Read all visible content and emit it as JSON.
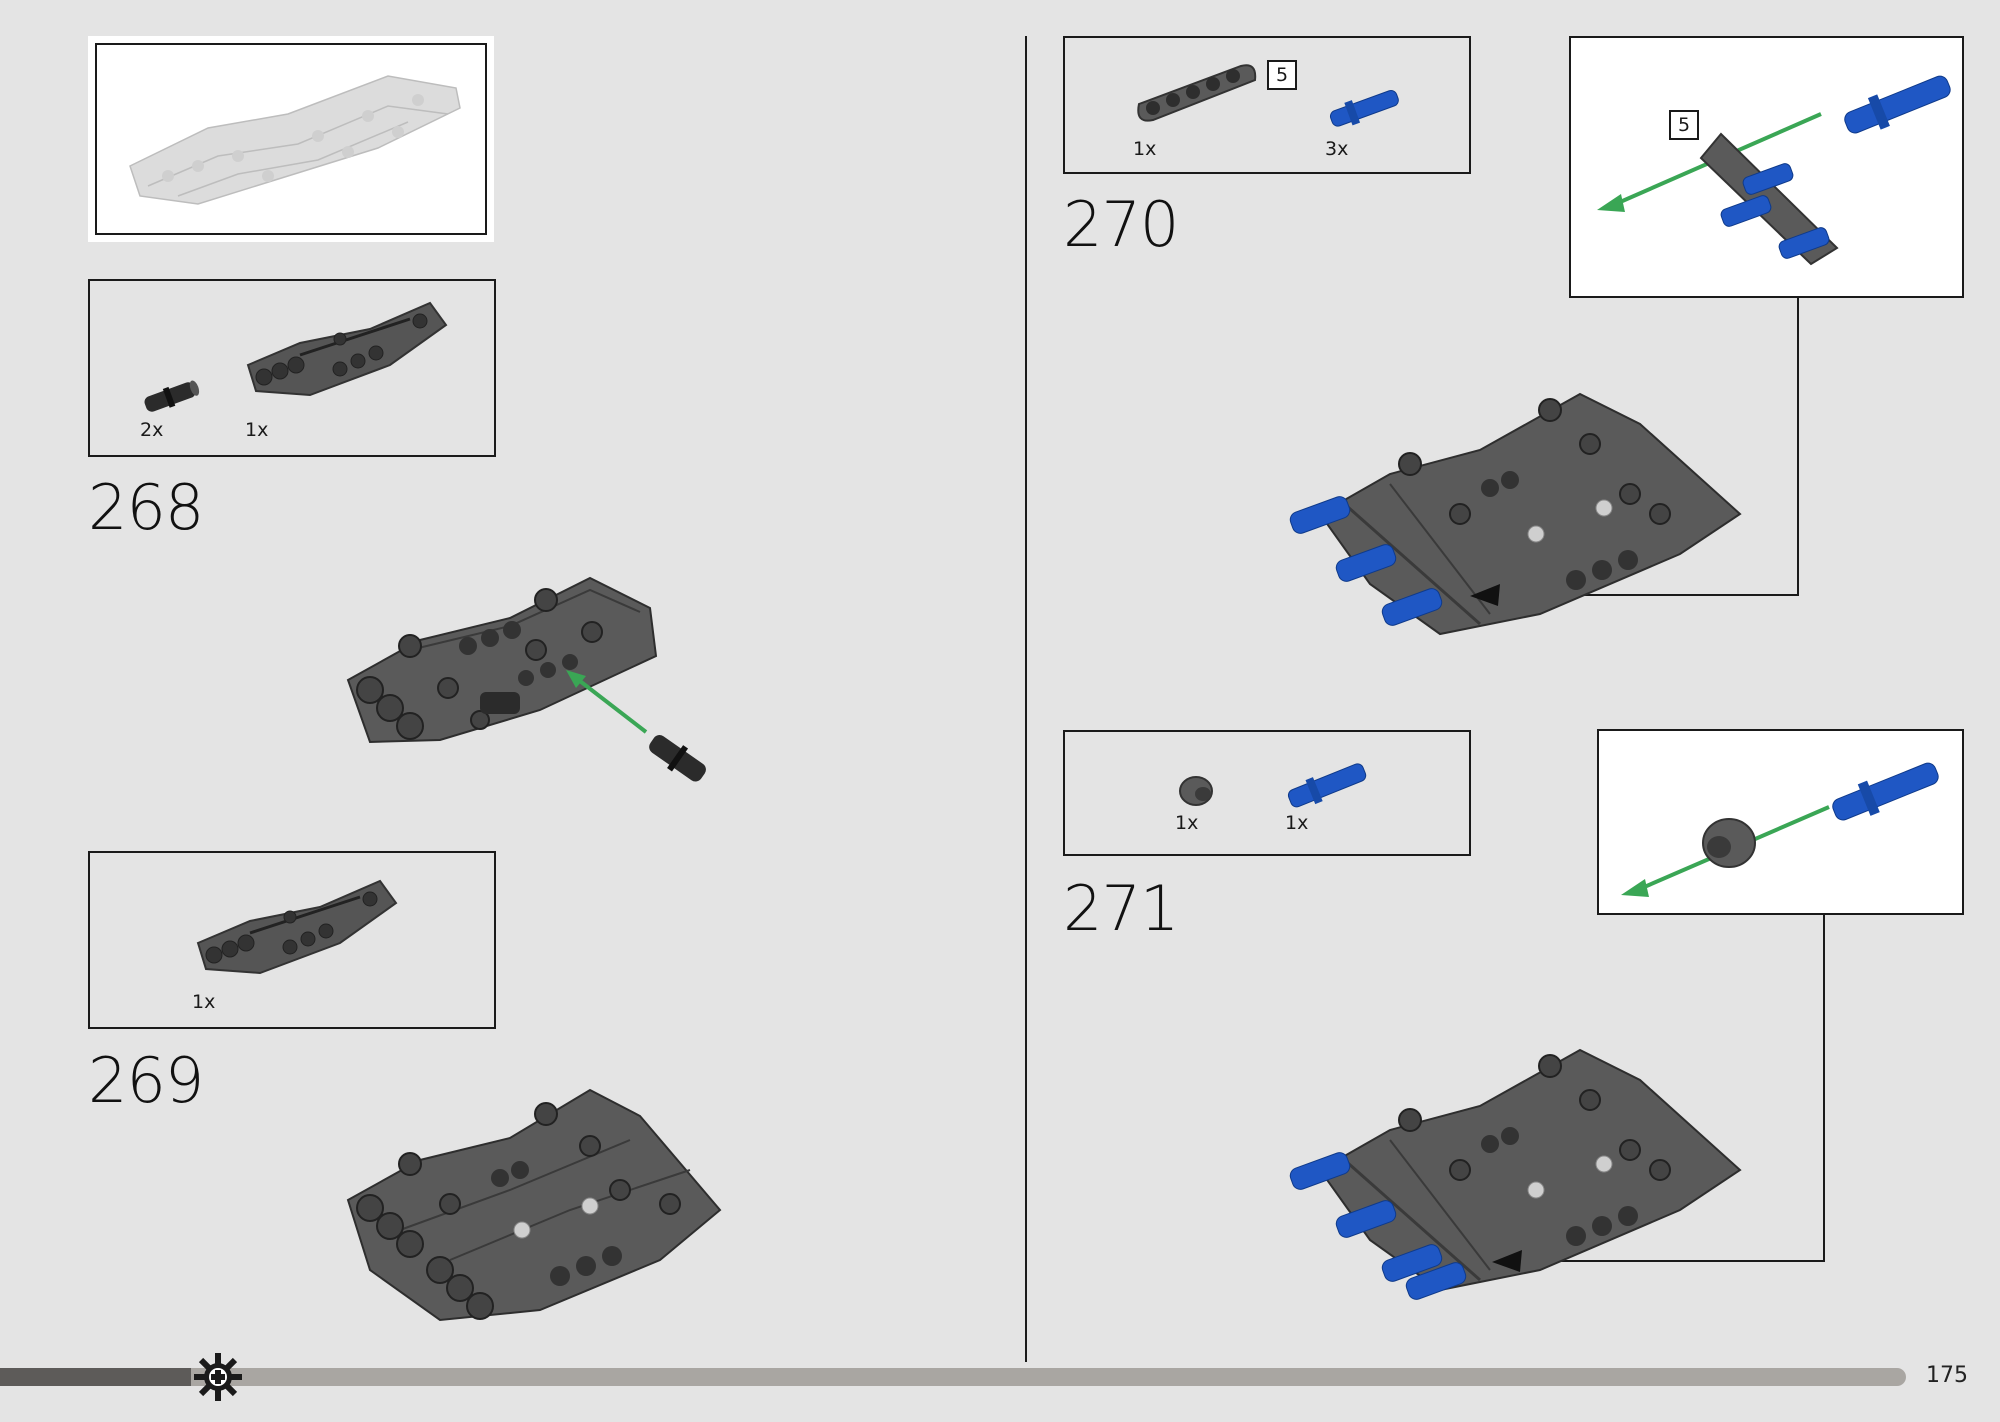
{
  "colors": {
    "background": "#e4e4e4",
    "dark_gray": "#5a5a5a",
    "blue": "#1f57c4",
    "green_arrow": "#3aa655",
    "black": "#1a1a1a"
  },
  "left_page": {
    "model_preview": {
      "icon": "frame-preview-icon"
    },
    "step_268": {
      "number": "268",
      "parts": [
        {
          "qty": "2x",
          "icon": "pin-black-icon"
        },
        {
          "qty": "1x",
          "icon": "panel-icon"
        }
      ]
    },
    "step_269": {
      "number": "269",
      "parts": [
        {
          "qty": "1x",
          "icon": "panel-icon"
        }
      ]
    }
  },
  "right_page": {
    "step_270": {
      "number": "270",
      "parts": [
        {
          "qty": "1x",
          "icon": "beam-5-icon",
          "length": "5"
        },
        {
          "qty": "3x",
          "icon": "pin-blue-icon"
        }
      ],
      "callout": {
        "count": "5"
      }
    },
    "step_271": {
      "number": "271",
      "parts": [
        {
          "qty": "1x",
          "icon": "bush-icon"
        },
        {
          "qty": "1x",
          "icon": "pin-blue-icon"
        }
      ]
    }
  },
  "footer": {
    "page_number": "175",
    "progress": 0.1,
    "icon": "gear-icon"
  }
}
